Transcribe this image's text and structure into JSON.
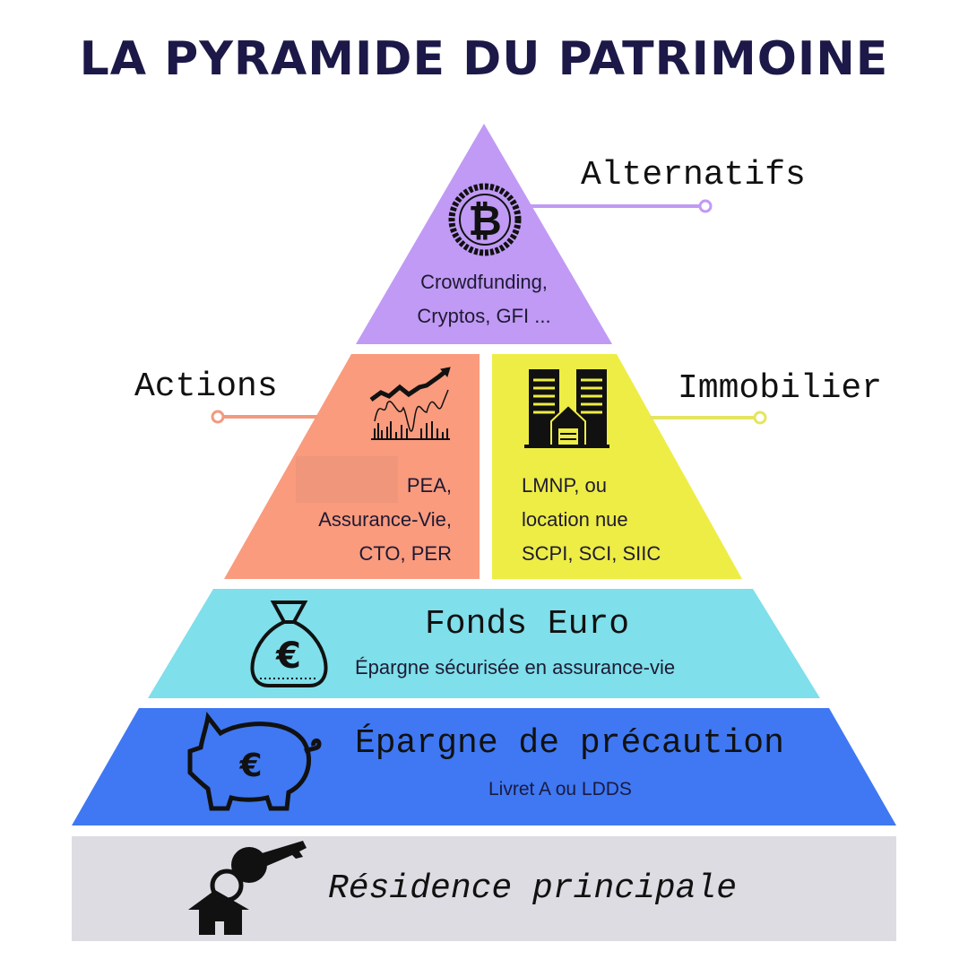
{
  "title": "LA PYRAMIDE DU PATRIMOINE",
  "levels": {
    "alternatifs": {
      "label": "Alternatifs",
      "lines": [
        "Crowdfunding,",
        "Cryptos, GFI ..."
      ],
      "color": "#c09af5",
      "icon": "bitcoin-coin-icon"
    },
    "actions": {
      "label": "Actions",
      "lines": [
        "PEA,",
        "Assurance-Vie,",
        "CTO, PER"
      ],
      "color": "#fa9b7e",
      "icon": "stock-chart-icon"
    },
    "immobilier": {
      "label": "Immobilier",
      "lines": [
        "LMNP, ou",
        "location nue",
        "SCPI, SCI, SIIC"
      ],
      "color": "#eded45",
      "icon": "buildings-icon"
    },
    "fonds_euro": {
      "label": "Fonds Euro",
      "subtitle": "Épargne sécurisée en assurance-vie",
      "color": "#7fdfea",
      "icon": "money-bag-euro-icon"
    },
    "epargne": {
      "label": "Épargne de précaution",
      "subtitle": "Livret A ou LDDS",
      "color": "#3f78f2",
      "icon": "piggy-bank-euro-icon"
    },
    "residence": {
      "label": "Résidence principale",
      "color": "#dcdce2",
      "icon": "house-key-icon"
    }
  }
}
